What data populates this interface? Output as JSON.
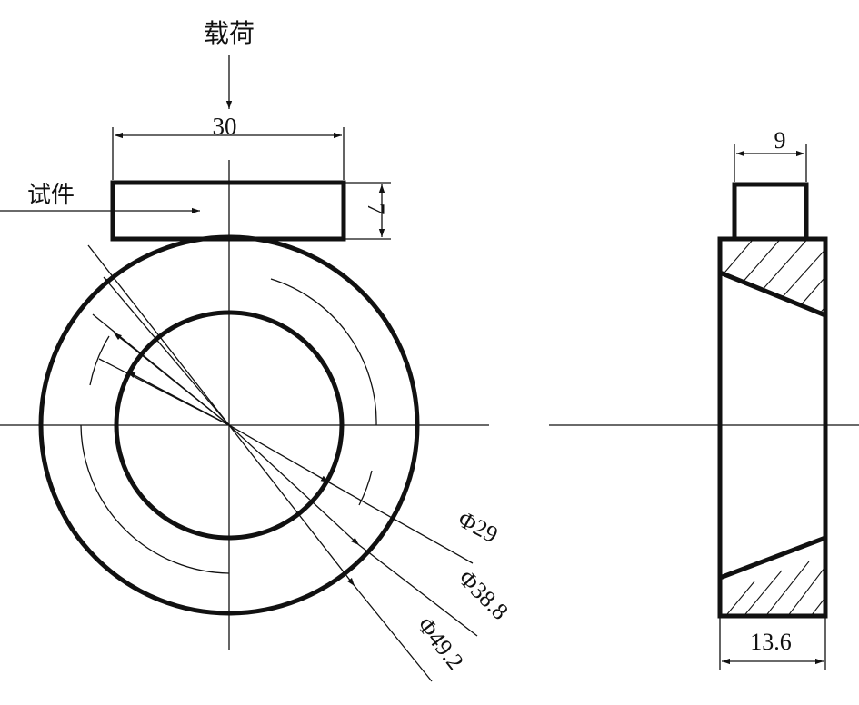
{
  "labels": {
    "load": "载荷",
    "specimen": "试件",
    "width_top": "30",
    "height_top": "7",
    "dia_inner": "Φ29",
    "dia_mid": "Φ38.8",
    "dia_outer": "Φ49.2",
    "width_side_top": "9",
    "width_side_bottom": "13.6"
  }
}
